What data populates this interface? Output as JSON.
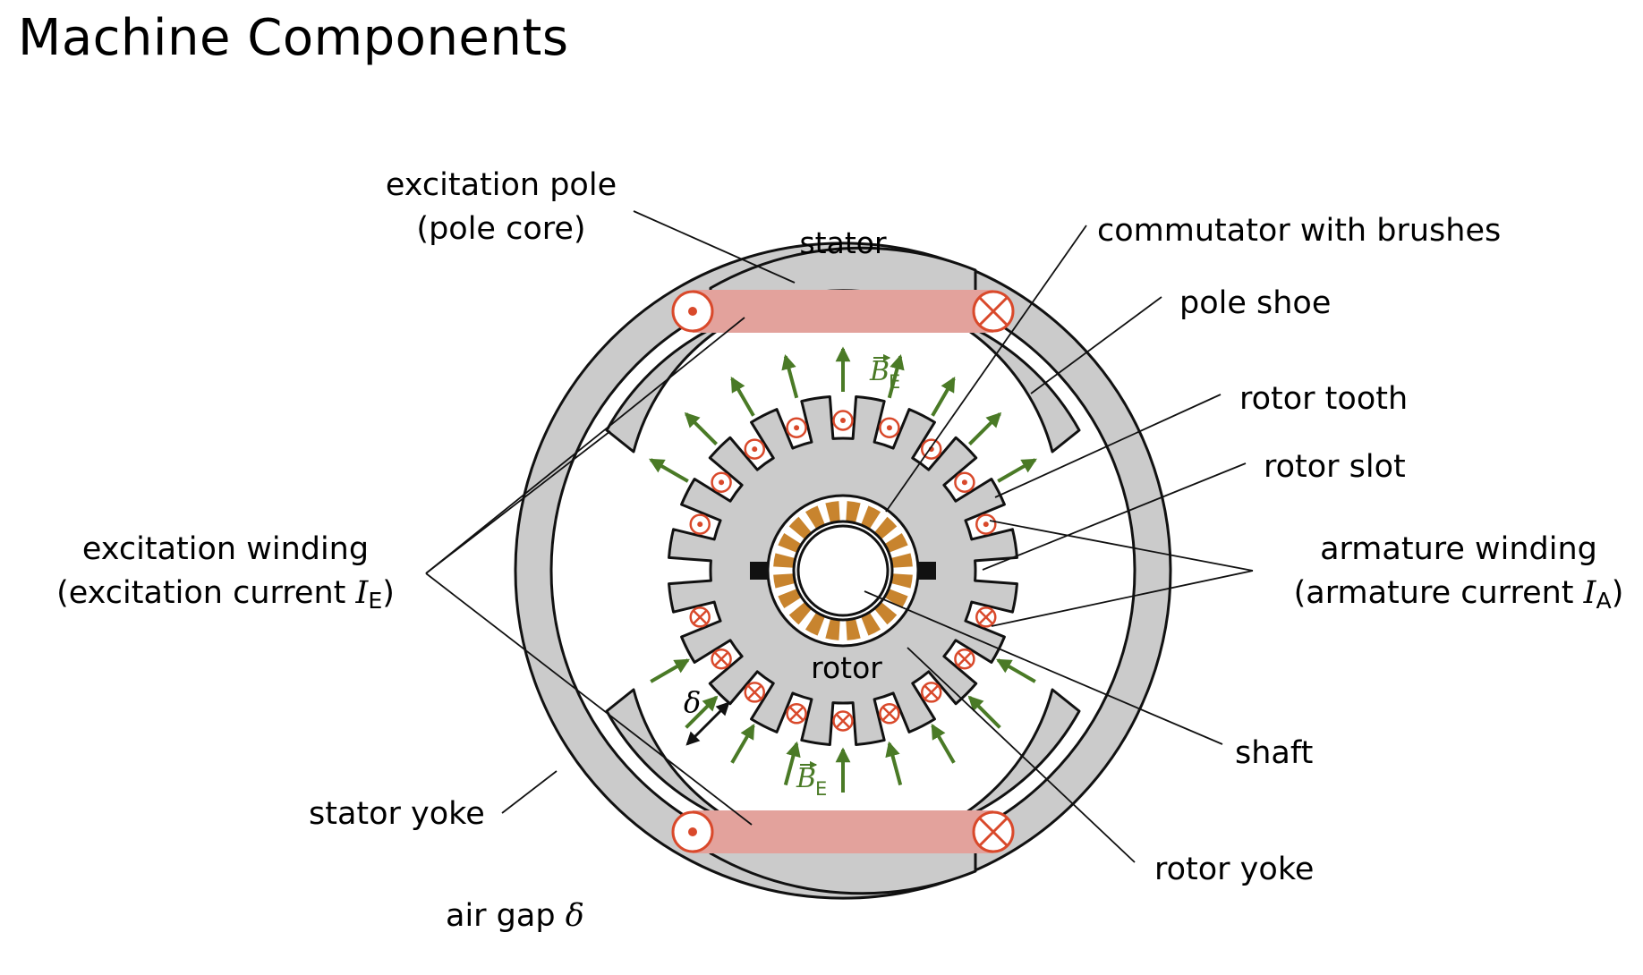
{
  "title": "Machine Components",
  "labels": {
    "excitation_pole_l1": "excitation pole",
    "excitation_pole_l2": "(pole core)",
    "stator": "stator",
    "commutator": "commutator with brushes",
    "pole_shoe": "pole shoe",
    "rotor_tooth": "rotor tooth",
    "rotor_slot": "rotor slot",
    "armature_winding_l1": "armature winding",
    "armature_winding_l2_prefix": "(armature current ",
    "armature_current_symbol": "I",
    "armature_current_sub": "A",
    "closing_paren": ")",
    "excitation_winding_l1": "excitation winding",
    "excitation_winding_l2_prefix": "(excitation current ",
    "excitation_current_symbol": "I",
    "excitation_current_sub": "E",
    "shaft": "shaft",
    "rotor": "rotor",
    "rotor_yoke": "rotor yoke",
    "stator_yoke": "stator yoke",
    "air_gap_prefix": "air gap ",
    "air_gap_symbol": "δ",
    "delta": "δ",
    "b_field_symbol": "B",
    "b_field_sub": "E"
  },
  "colors": {
    "iron": "#cbcbcb",
    "excitation_coil": "#e3a29c",
    "current_marker": "#d9492b",
    "flux_arrow": "#4a7a26",
    "commutator_segment": "#c8842e",
    "outline": "#111111",
    "background": "#ffffff"
  },
  "icons": {
    "current_out_of_page": "dot-in-circle-icon",
    "current_into_page": "cross-in-circle-icon",
    "flux_arrow": "arrow-icon"
  }
}
